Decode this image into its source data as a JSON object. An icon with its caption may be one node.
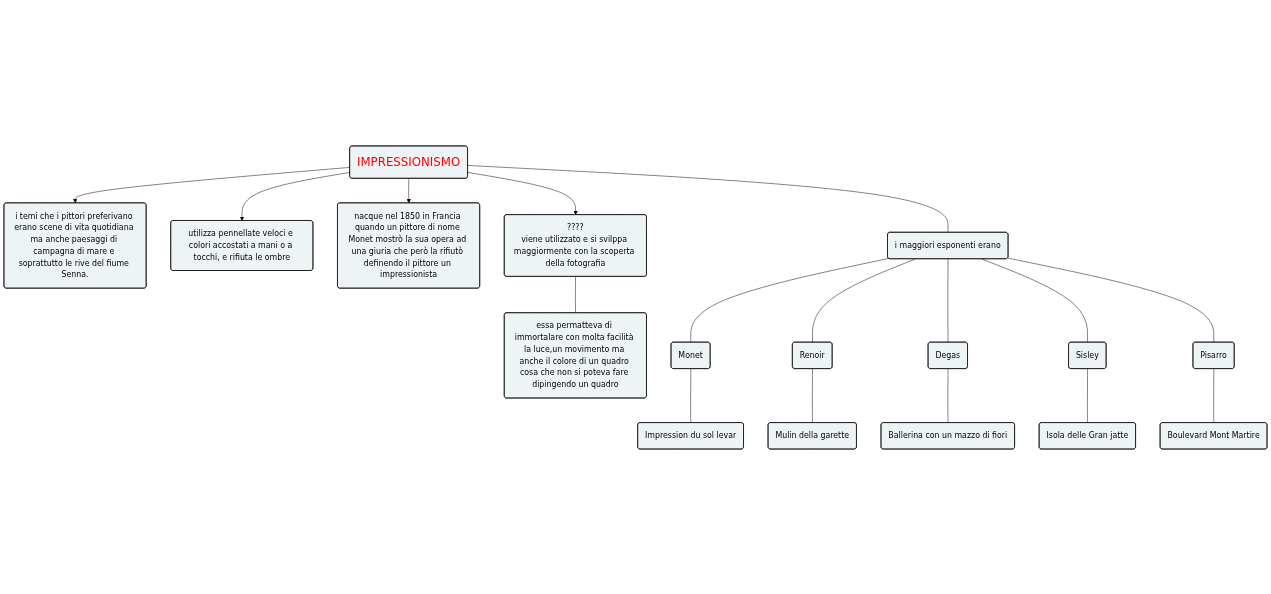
{
  "diagram": {
    "nodes": [
      {
        "text": [
          "IMPRESSIONISMO"
        ]
      },
      {
        "text": [
          "nacque nel 1850 in Francia quando un pittore di nome Monet mostrò la sua opera ad una giuria che però la rifiutò definendo il pittore un impressionista"
        ]
      },
      {
        "text": [
          "utilizza pennellate veloci e colori accostati a mani o a tocchi, e rifiuta le ombre"
        ]
      },
      {
        "text": [
          "????",
          "viene utilizzato e si svilppa maggiormente con la scoperta della fotografia"
        ]
      },
      {
        "text": [
          "essa permatteva di immortalare con molta facilità la luce,un movimento ma anche il colore di un quadro cosa che non si poteva fare dipingendo un quadro"
        ]
      },
      {
        "text": [
          "i temi che i pittori preferivano erano scene di vita quotidiana ma anche paesaggi di campagna di mare e soprattutto le rive del fiume Senna."
        ]
      },
      {
        "text": [
          "i maggiori esponenti erano"
        ]
      },
      {
        "text": [
          "Monet"
        ]
      },
      {
        "text": [
          "Renoir"
        ]
      },
      {
        "text": [
          "Degas"
        ]
      },
      {
        "text": [
          "Sisley"
        ]
      },
      {
        "text": [
          "Pisarro"
        ]
      },
      {
        "text": [
          "Impression du sol levar"
        ]
      },
      {
        "text": [
          "Mulin della garette"
        ]
      },
      {
        "text": [
          "Ballerina con un mazzo di fiori"
        ]
      },
      {
        "text": [
          "Isola delle Gran jatte"
        ]
      },
      {
        "text": [
          "Boulevard Mont Martire"
        ]
      }
    ],
    "edges": [
      {
        "from": 0,
        "to": 1,
        "arrow": "to"
      },
      {
        "from": 0,
        "to": 2,
        "arrow": "to"
      },
      {
        "from": 0,
        "to": 3,
        "arrow": "to"
      },
      {
        "from": 3,
        "to": 4,
        "arrow": "none"
      },
      {
        "from": 0,
        "to": 5,
        "arrow": "to"
      },
      {
        "from": 0,
        "to": 6,
        "arrow": "none"
      },
      {
        "from": 6,
        "to": 7,
        "arrow": "none"
      },
      {
        "from": 6,
        "to": 8,
        "arrow": "none"
      },
      {
        "from": 6,
        "to": 9,
        "arrow": "none"
      },
      {
        "from": 6,
        "to": 10,
        "arrow": "none"
      },
      {
        "from": 6,
        "to": 11,
        "arrow": "none"
      },
      {
        "from": 7,
        "to": 12,
        "arrow": "none"
      },
      {
        "from": 8,
        "to": 13,
        "arrow": "none"
      },
      {
        "from": 9,
        "to": 14,
        "arrow": "none"
      },
      {
        "from": 10,
        "to": 15,
        "arrow": "none"
      },
      {
        "from": 11,
        "to": 16,
        "arrow": "none"
      }
    ]
  }
}
